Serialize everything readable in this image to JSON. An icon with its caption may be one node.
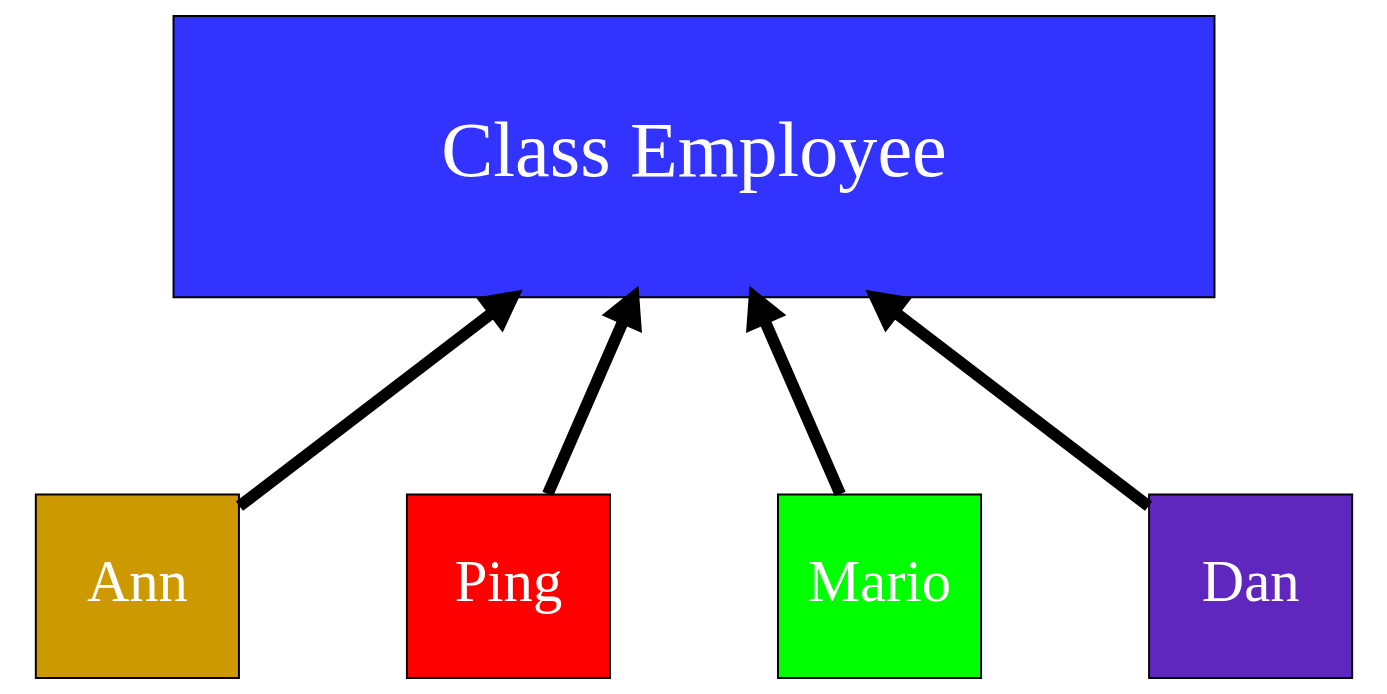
{
  "diagram": {
    "nodes": [
      {
        "text": [
          "Class Employee"
        ]
      },
      {
        "text": [
          "Ann"
        ]
      },
      {
        "text": [
          "Ping"
        ]
      },
      {
        "text": [
          "Mario"
        ]
      },
      {
        "text": [
          "Dan"
        ]
      }
    ],
    "edges": [
      {
        "from": 1,
        "to": 0,
        "arrow": "to"
      },
      {
        "from": 2,
        "to": 0,
        "arrow": "to"
      },
      {
        "from": 3,
        "to": 0,
        "arrow": "to"
      },
      {
        "from": 4,
        "to": 0,
        "arrow": "to"
      }
    ]
  }
}
